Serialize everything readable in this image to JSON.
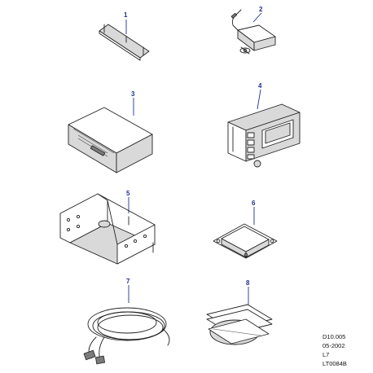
{
  "callouts": [
    "1",
    "2",
    "3",
    "4",
    "5",
    "6",
    "7",
    "8"
  ],
  "reference": {
    "line1": "D10.005",
    "line2": "05-2002",
    "line3": "L7",
    "line4": "LT0084B"
  },
  "colors": {
    "callout": "#1f2f8f",
    "linework": "#222222",
    "shade": "#d9d9d9"
  }
}
